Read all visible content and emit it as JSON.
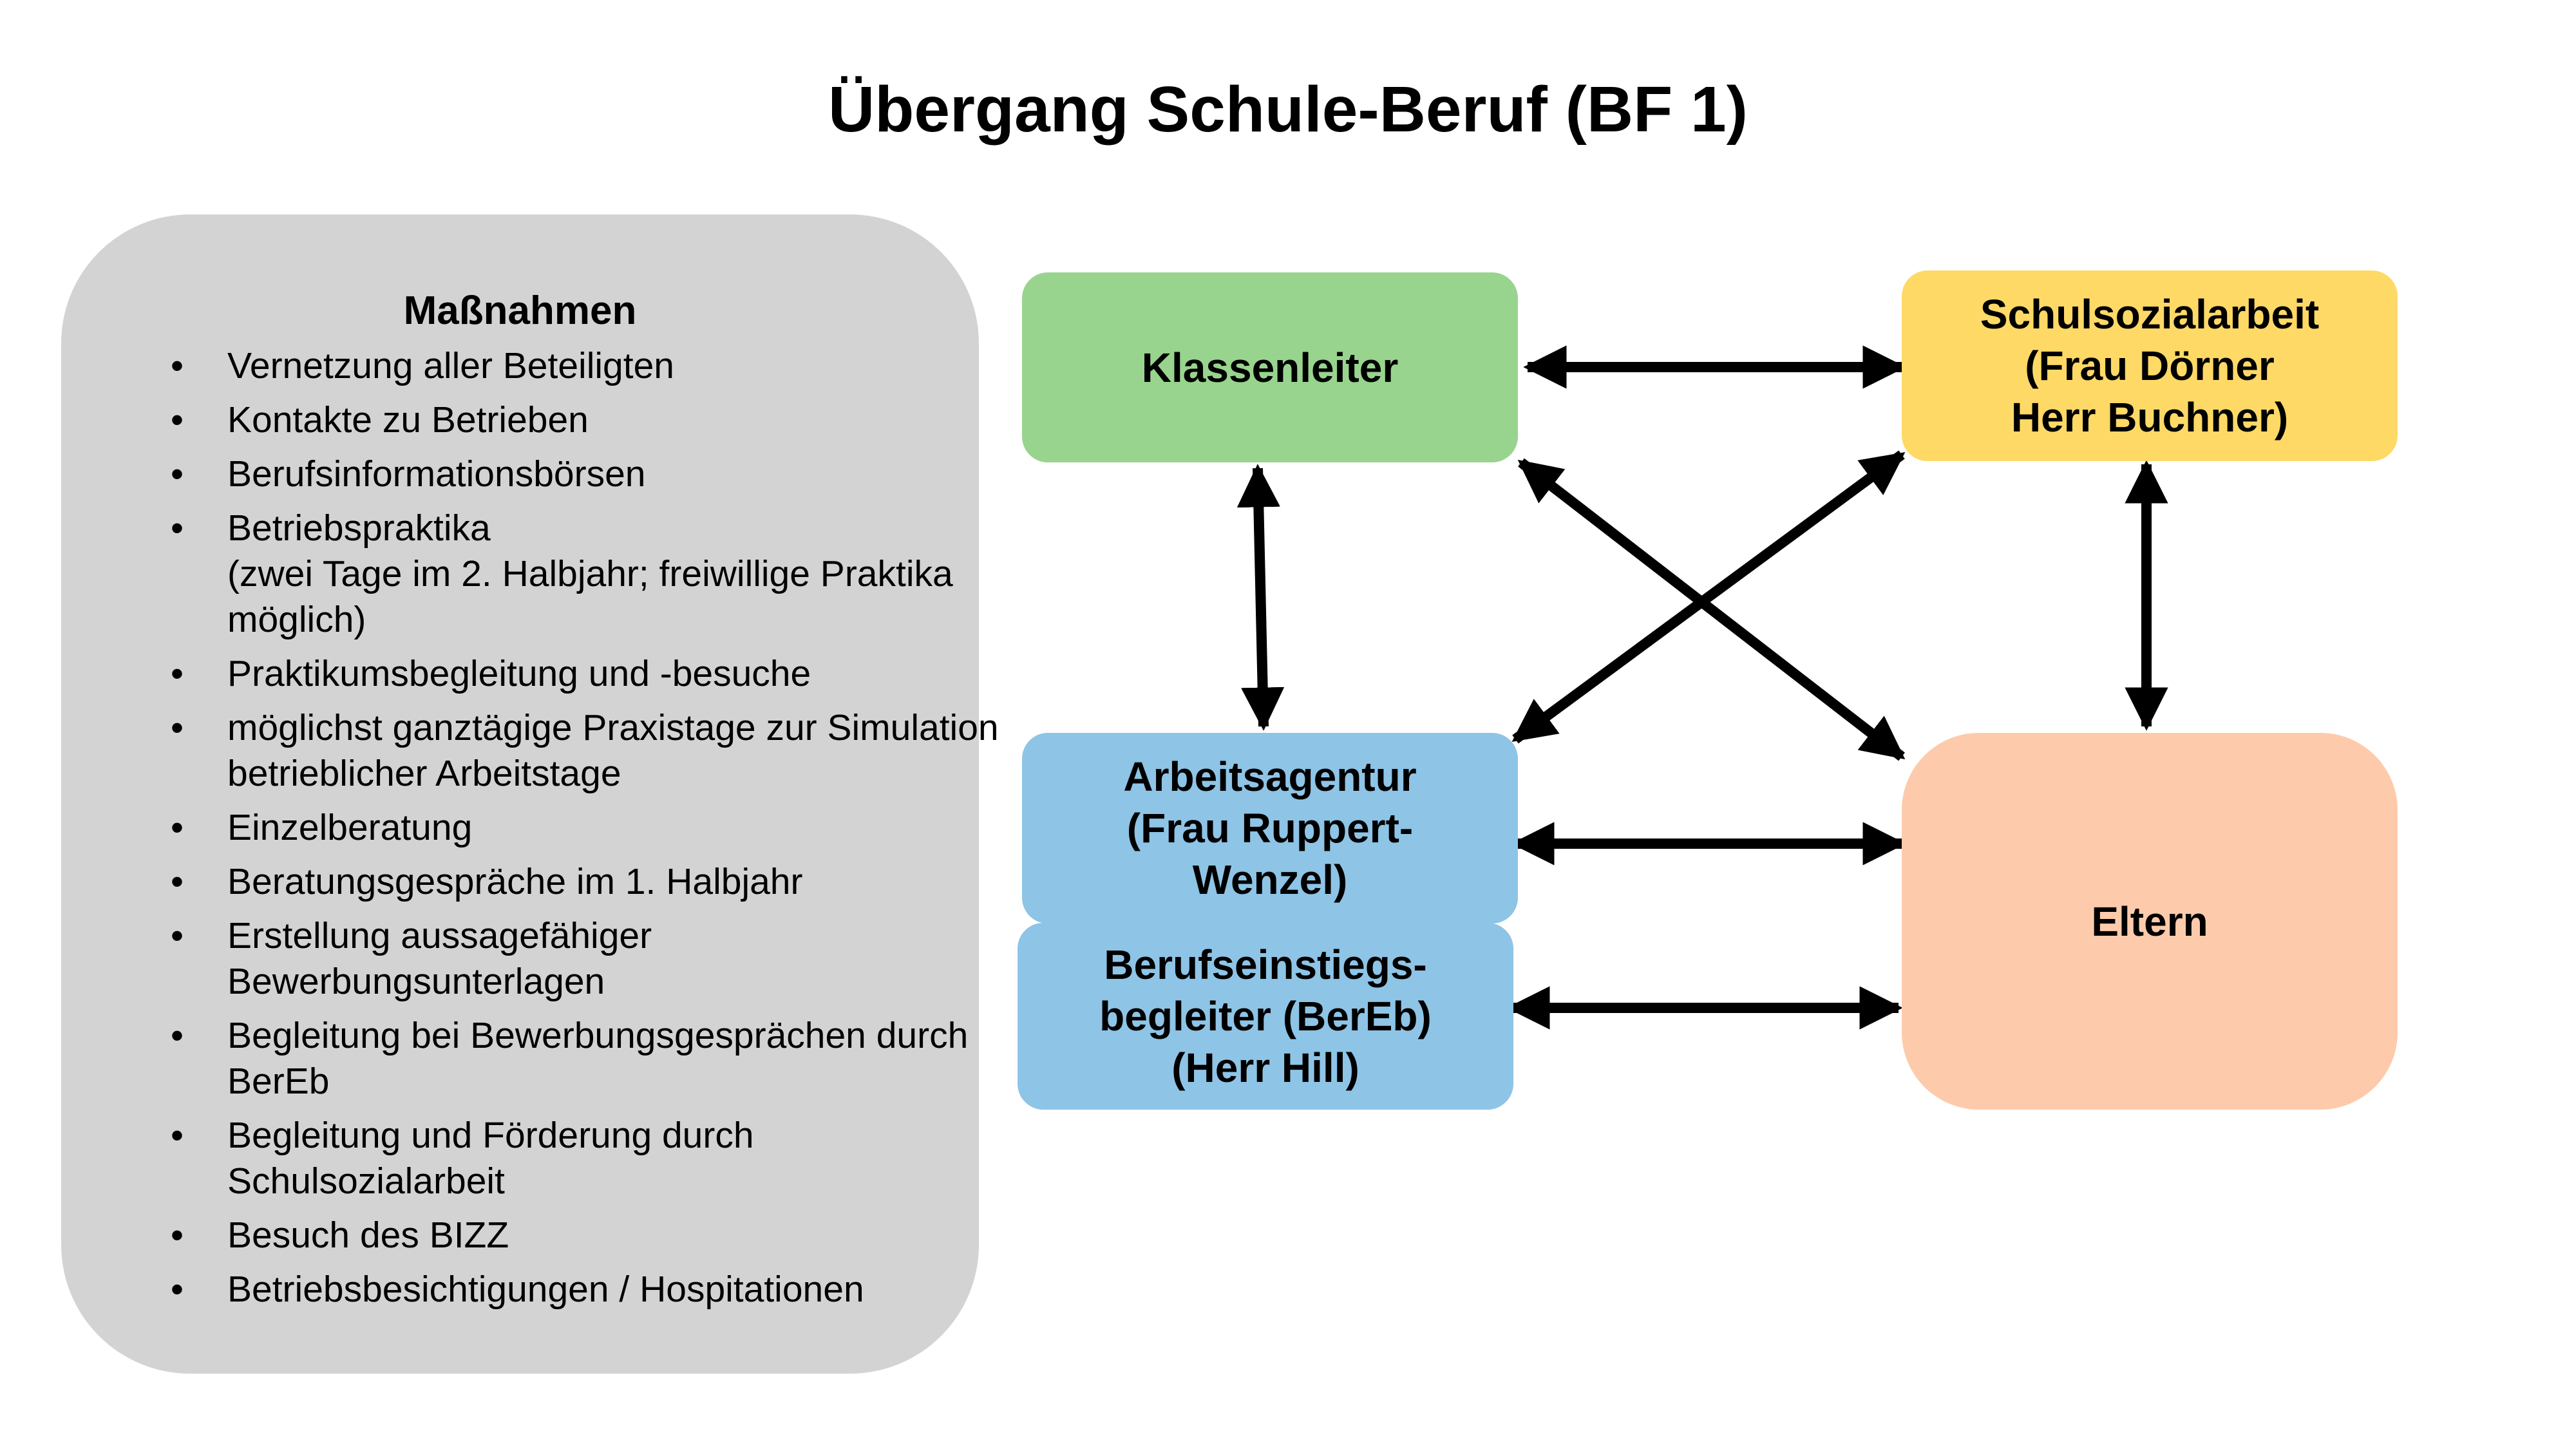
{
  "title": "Übergang Schule-Beruf (BF 1)",
  "colors": {
    "panel": "#d3d3d3",
    "green": "#98d48e",
    "yellow": "#fed966",
    "blue": "#8ec4e6",
    "peach": "#fdcbab",
    "arrow": "#000000"
  },
  "massnahmen": {
    "heading": "Maßnahmen",
    "bullet": "•",
    "items": [
      "Vernetzung aller Beteiligten",
      "Kontakte zu Betrieben",
      "Berufsinformationsbörsen",
      "Betriebspraktika\n(zwei Tage im 2. Halbjahr; freiwillige Praktika möglich)",
      "Praktikumsbegleitung und -besuche",
      "möglichst ganztägige Praxistage zur Simulation betrieblicher Arbeitstage",
      "Einzelberatung",
      "Beratungsgespräche im 1. Halbjahr",
      "Erstellung aussagefähiger Bewerbungsunterlagen",
      "Begleitung bei Bewerbungsgesprächen durch BerEb",
      "Begleitung und Förderung durch Schulsozialarbeit",
      "Besuch des BIZZ",
      "Betriebsbesichtigungen / Hospitationen"
    ]
  },
  "nodes": {
    "klassenleiter": "Klassenleiter",
    "schulsozialarbeit": "Schulsozialarbeit\n(Frau Dörner\nHerr Buchner)",
    "arbeitsagentur": "Arbeitsagentur\n(Frau Ruppert-\nWenzel)",
    "berufseinstieg": "Berufseinstiegs-\nbegleiter (BerEb)\n(Herr Hill)",
    "eltern": "Eltern"
  },
  "connections": [
    {
      "from": "klassenleiter",
      "to": "schulsozialarbeit",
      "direction": "both"
    },
    {
      "from": "klassenleiter",
      "to": "arbeitsagentur",
      "direction": "both"
    },
    {
      "from": "klassenleiter",
      "to": "eltern",
      "direction": "both"
    },
    {
      "from": "schulsozialarbeit",
      "to": "arbeitsagentur",
      "direction": "both"
    },
    {
      "from": "schulsozialarbeit",
      "to": "eltern",
      "direction": "both"
    },
    {
      "from": "arbeitsagentur",
      "to": "eltern",
      "direction": "both"
    },
    {
      "from": "berufseinstieg",
      "to": "eltern",
      "direction": "both"
    }
  ]
}
